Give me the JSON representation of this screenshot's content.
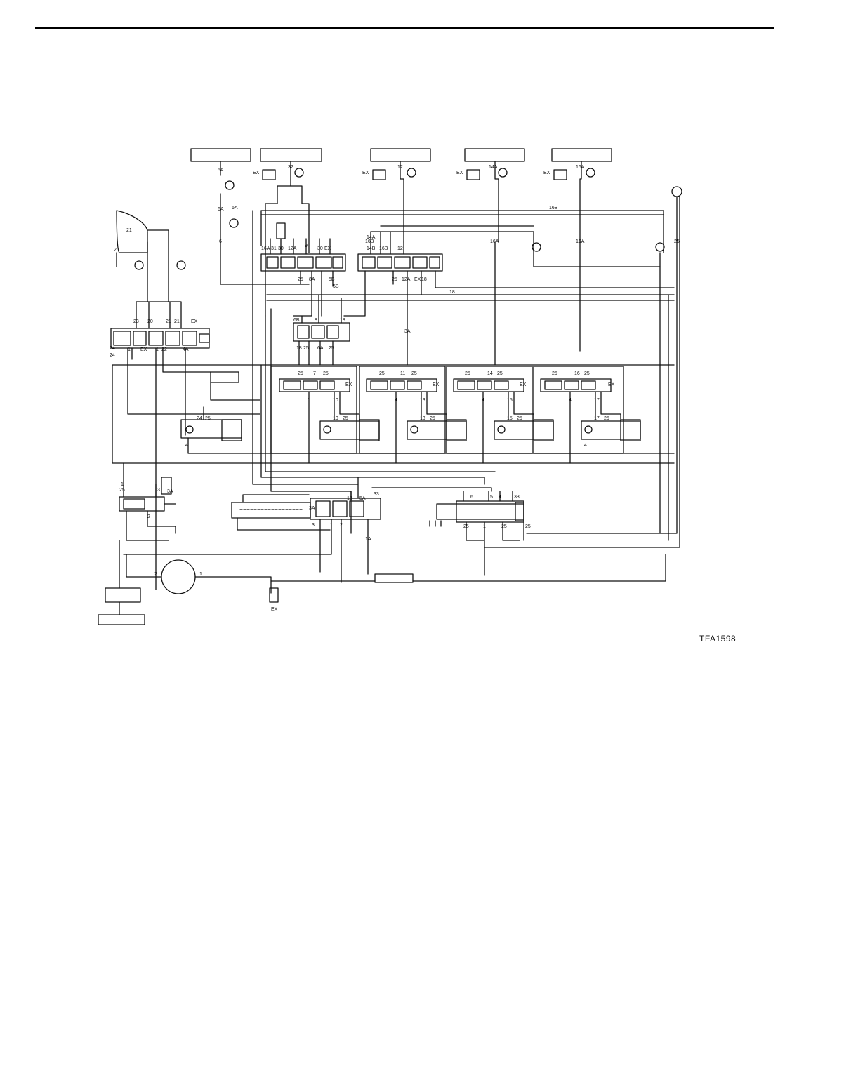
{
  "figure_id": "TFA1598",
  "labels": {
    "line_5a": "5A",
    "line_6": "6",
    "line_6a": "6A",
    "line_6a_b": "6A",
    "line_32": "32",
    "line_12": "12",
    "line_14a": "14A",
    "line_16a": "16A",
    "ex_1": "EX",
    "ex_2": "EX",
    "ex_3": "EX",
    "ex_4": "EX",
    "line_21": "21",
    "line_20": "20",
    "line_16b_top": "16B",
    "line_16b_top_2": "16B",
    "line_16a_v": "16A",
    "line_16a_v2": "16A",
    "line_25_right": "25",
    "sv1_16a": "16A",
    "sv1_31": "31",
    "sv1_30": "30",
    "sv1_12a": "12A",
    "sv1_9": "9",
    "sv1_30b": "30",
    "sv1_ex": "EX",
    "sv2_14a": "14A",
    "sv2_14b": "14B",
    "sv2_16b": "16B",
    "sv2_12": "12",
    "sv1_25": "25",
    "sv1_8a": "8A",
    "sv1_5b": "5B",
    "sv1_5b2": "5B",
    "sv2_25": "25",
    "sv2_12a": "12A",
    "sv2_ex": "EX",
    "sv2_18": "18",
    "line_18": "18",
    "line_3a": "3A",
    "sv3_6b": "6B",
    "sv3_8": "8",
    "sv3_18": "18",
    "sv3_18b": "18",
    "sv3_25": "25",
    "sv3_6a": "6A",
    "sv3_25b": "25",
    "mv_23": "23",
    "mv_20": "20",
    "mv_21": "21",
    "mv_21b": "21",
    "mv_ex": "EX",
    "mv_24": "24",
    "mv_24b": "24",
    "mv_1": "1",
    "mv_ex2": "EX",
    "mv_1b": "1",
    "mv_22": "22",
    "mv_4a": "4A",
    "c1_24": "24",
    "c1_25": "25",
    "c1_4": "4",
    "u1_25": "25",
    "u1_7": "7",
    "u1_25b": "25",
    "u1_ex": "EX",
    "u1_1": "1",
    "u1_10": "10",
    "u1_10b": "10",
    "u1_25c": "25",
    "u2_25": "25",
    "u2_11": "11",
    "u2_25b": "25",
    "u2_ex": "EX",
    "u2_4": "4",
    "u2_13": "13",
    "u2_13b": "13",
    "u2_25c": "25",
    "u3_25": "25",
    "u3_14": "14",
    "u3_25b": "25",
    "u3_ex": "EX",
    "u3_4": "4",
    "u3_15": "15",
    "u3_15b": "15",
    "u3_25c": "25",
    "u4_25": "25",
    "u4_16": "16",
    "u4_25b": "25",
    "u4_ex": "EX",
    "u4_4": "4",
    "u4_17": "17",
    "u4_17b": "17",
    "u4_25c": "25",
    "u4_4b": "4",
    "lv_1": "1",
    "lv_25": "25",
    "lv_3": "3",
    "lv_3a": "3A",
    "lv_2": "2",
    "rv_18": "18",
    "rv_5a": "5A",
    "rv_33": "33",
    "rv_3a": "3A",
    "rv_1a": "1A",
    "rv_3": "3",
    "rv_1": "1",
    "rv_2": "2",
    "gv_6": "6",
    "gv_5": "5",
    "gv_4": "4",
    "gv_33": "33",
    "gv_25": "25",
    "gv_1": "1",
    "gv_25b": "25",
    "gv_25c": "25",
    "pump_2": "2",
    "pump_1": "1",
    "bottom_ex": "EX"
  }
}
